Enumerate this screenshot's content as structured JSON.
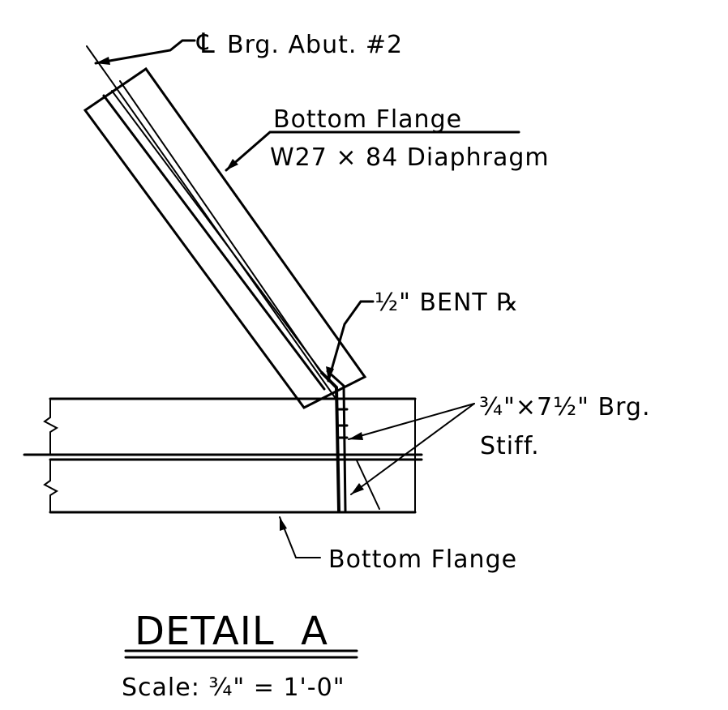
{
  "labels": {
    "cl_symbol": "℄",
    "brg_abut": "Brg. Abut. #2",
    "top_flange_line1": "Bottom Flange",
    "top_flange_line2": "W27 × 84 Diaphragm",
    "bent_plate": "½\" BENT ℞",
    "stiff_line1": "¾\"×7½\" Brg.",
    "stiff_line2": "Stiff.",
    "bottom_flange": "Bottom Flange",
    "detail_title": "DETAIL  A",
    "scale": "Scale: ¾\" = 1'-0\""
  },
  "colors": {
    "ink": "#000000",
    "paper": "#ffffff"
  }
}
